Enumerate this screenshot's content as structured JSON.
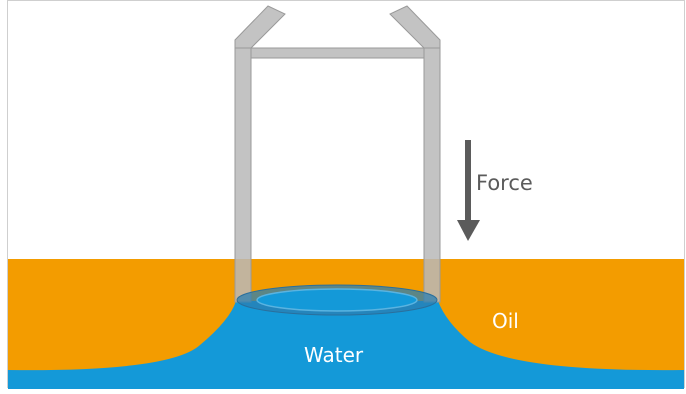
{
  "diagram": {
    "labels": {
      "force": "Force",
      "oil": "Oil",
      "water": "Water"
    },
    "colors": {
      "background": "#ffffff",
      "border": "#cfcfcf",
      "oil": "#f39c00",
      "water": "#1499d8",
      "probe": "#b9b9b9",
      "probe_stroke": "#9a9a9a",
      "arrow": "#5b5b5b",
      "ring": "#2a7fb3"
    }
  }
}
